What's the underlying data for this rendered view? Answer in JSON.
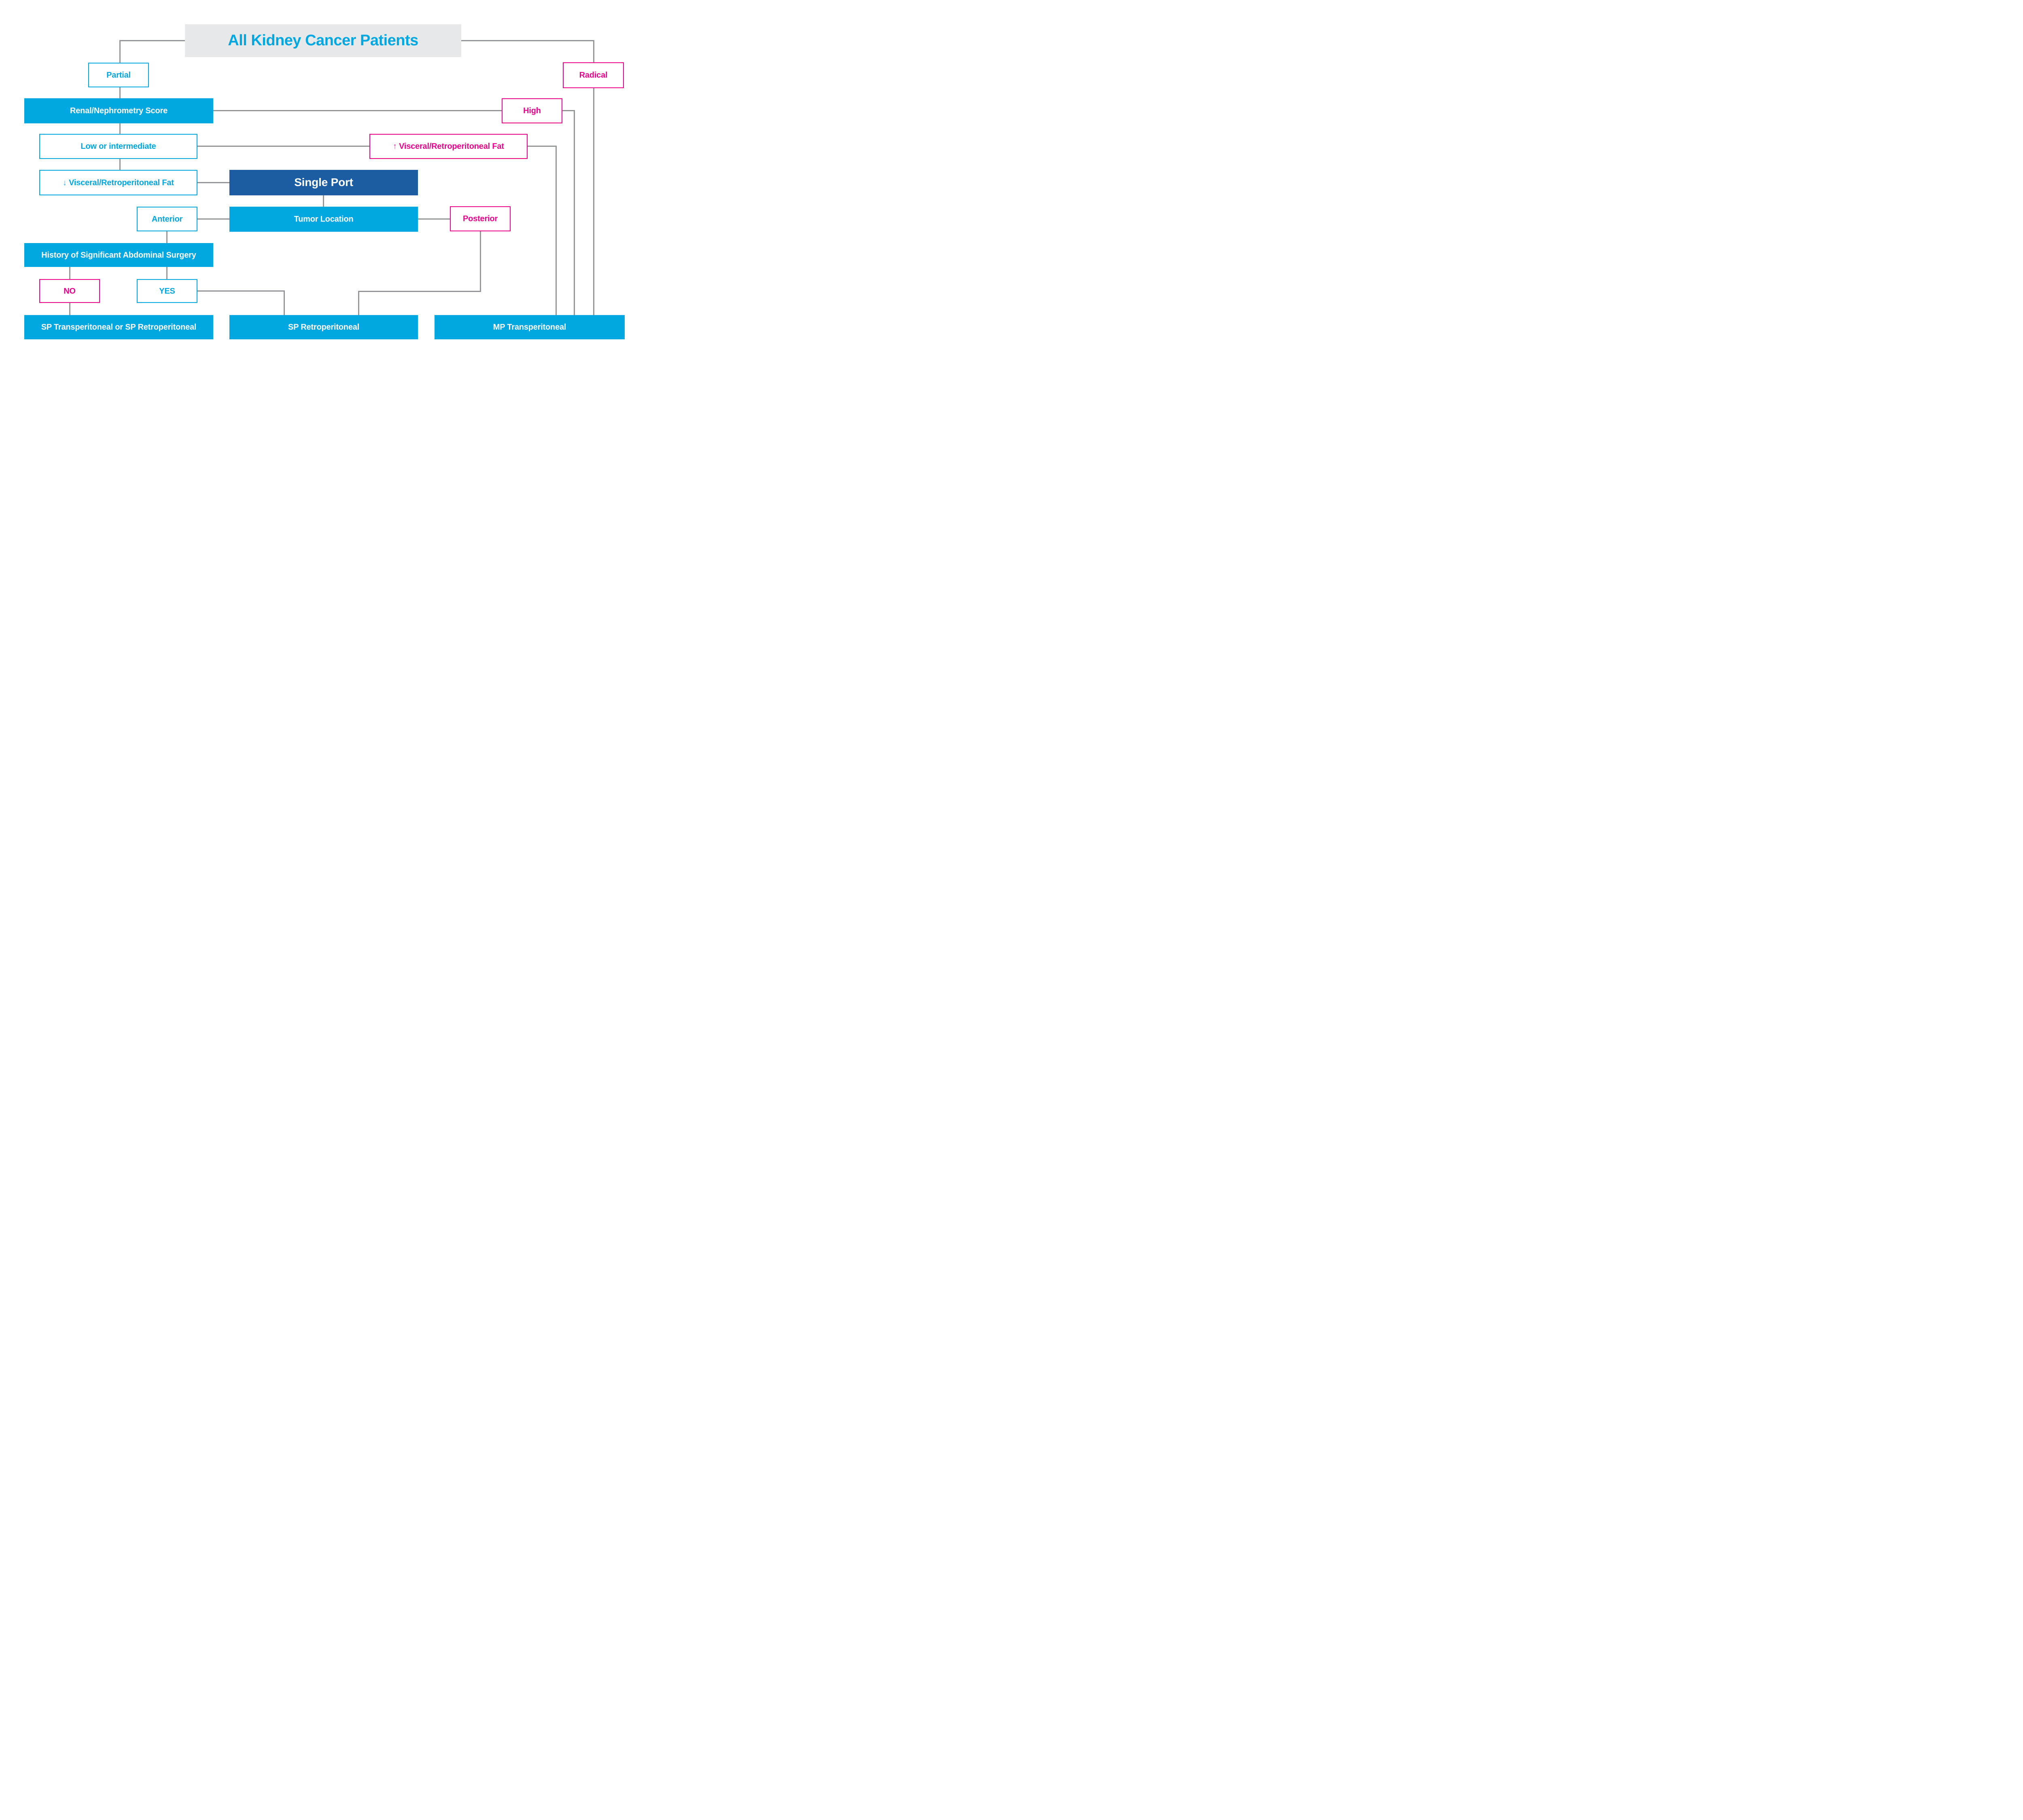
{
  "diagram": {
    "title": {
      "label": "All Kidney Cancer Patients"
    },
    "nodes": {
      "partial": {
        "label": "Partial"
      },
      "radical": {
        "label": "Radical"
      },
      "renal_score": {
        "label": "Renal/Nephrometry Score"
      },
      "high": {
        "label": "High"
      },
      "low_intermediate": {
        "label": "Low or intermediate"
      },
      "high_visceral_fat": {
        "arrow": "↑",
        "label": "Visceral/Retroperitoneal Fat"
      },
      "low_visceral_fat": {
        "arrow": "↓",
        "label": "Visceral/Retroperitoneal Fat"
      },
      "single_port": {
        "label": "Single Port"
      },
      "tumor_location": {
        "label": "Tumor Location"
      },
      "anterior": {
        "label": "Anterior"
      },
      "posterior": {
        "label": "Posterior"
      },
      "history_surgery": {
        "label": "History of Significant Abdominal Surgery"
      },
      "no": {
        "label": "NO"
      },
      "yes": {
        "label": "YES"
      },
      "sp_trans_or_retro": {
        "label": "SP Transperitoneal or SP Retroperitoneal"
      },
      "sp_retro": {
        "label": "SP Retroperitoneal"
      },
      "mp_trans": {
        "label": "MP Transperitoneal"
      }
    },
    "colors": {
      "cyan": "#00A7E1",
      "navy": "#1B5CA3",
      "magenta": "#EC008C",
      "line": "#939598",
      "title_bg": "#E7E8E9",
      "white": "#FFFFFF"
    }
  }
}
